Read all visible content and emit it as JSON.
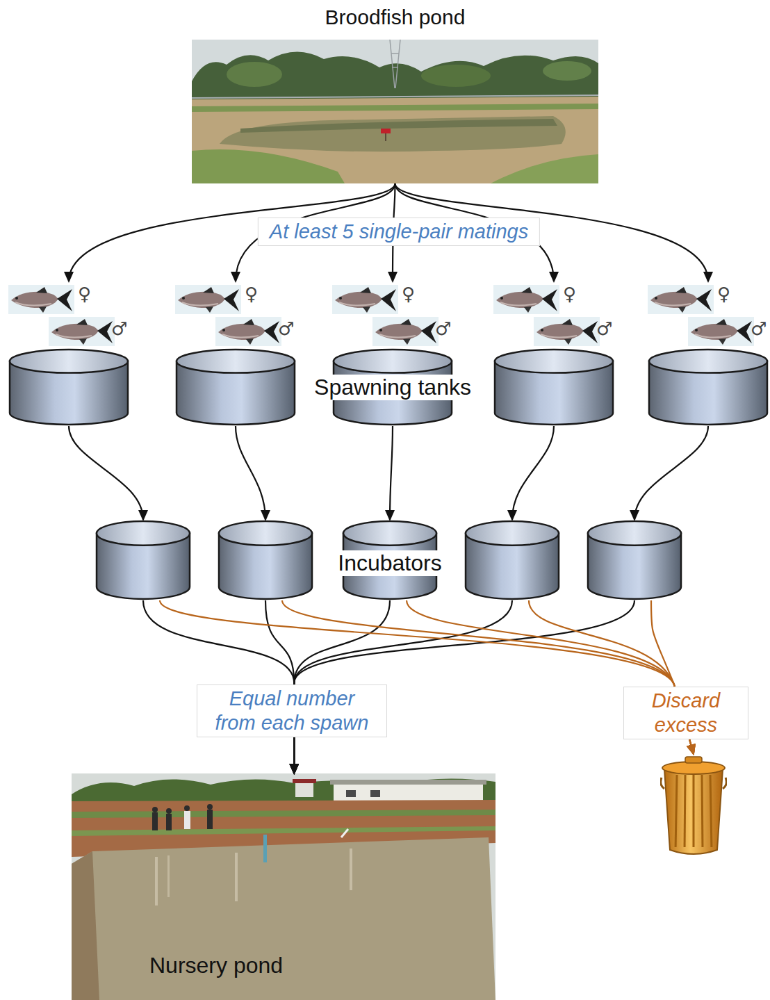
{
  "diagram": {
    "nodes": [
      {
        "text": [
          "Broodfish pond"
        ]
      },
      {
        "text": [
          "♀",
          "♂"
        ]
      },
      {
        "text": [
          "♀",
          "♂"
        ]
      },
      {
        "text": [
          "♀",
          "♂",
          "Spawning tanks"
        ]
      },
      {
        "text": [
          "♀",
          "♂"
        ]
      },
      {
        "text": [
          "♀",
          "♂"
        ]
      },
      {
        "text": []
      },
      {
        "text": []
      },
      {
        "text": [
          "Incubators"
        ]
      },
      {
        "text": []
      },
      {
        "text": []
      },
      {
        "text": [
          "Nursery pond"
        ]
      },
      {
        "text": []
      }
    ],
    "edges": [
      {
        "from": 0,
        "to": 1,
        "arrow": "to"
      },
      {
        "from": 0,
        "to": 2,
        "arrow": "to"
      },
      {
        "from": 0,
        "to": 3,
        "arrow": "to",
        "label": "At least 5 single-pair matings"
      },
      {
        "from": 0,
        "to": 4,
        "arrow": "to"
      },
      {
        "from": 0,
        "to": 5,
        "arrow": "to"
      },
      {
        "from": 1,
        "to": 6,
        "arrow": "to"
      },
      {
        "from": 2,
        "to": 7,
        "arrow": "to"
      },
      {
        "from": 3,
        "to": 8,
        "arrow": "to"
      },
      {
        "from": 4,
        "to": 9,
        "arrow": "to"
      },
      {
        "from": 5,
        "to": 10,
        "arrow": "to"
      },
      {
        "from": 6,
        "to": 11,
        "arrow": "to"
      },
      {
        "from": 7,
        "to": 11,
        "arrow": "to"
      },
      {
        "from": 8,
        "to": 11,
        "arrow": "to",
        "label": "Equal number from each spawn"
      },
      {
        "from": 9,
        "to": 11,
        "arrow": "to"
      },
      {
        "from": 10,
        "to": 11,
        "arrow": "to"
      },
      {
        "from": 6,
        "to": 12,
        "arrow": "to"
      },
      {
        "from": 7,
        "to": 12,
        "arrow": "to"
      },
      {
        "from": 8,
        "to": 12,
        "arrow": "to",
        "label": "Discard excess"
      },
      {
        "from": 9,
        "to": 12,
        "arrow": "to"
      },
      {
        "from": 10,
        "to": 12,
        "arrow": "to"
      }
    ]
  }
}
